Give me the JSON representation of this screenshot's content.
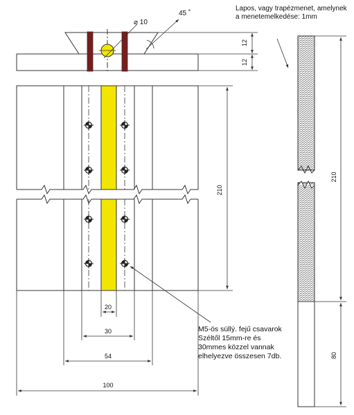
{
  "colors": {
    "line": "#333333",
    "bolt": "#7a1c1c",
    "rod": "#f2e600",
    "background": "#ffffff"
  },
  "labels": {
    "diameter": "⌀ 10",
    "angle": "45 ˚",
    "dim_top_12a": "12",
    "dim_top_12b": "12",
    "dim_210_left": "210",
    "dim_20": "20",
    "dim_30": "30",
    "dim_54": "54",
    "dim_100": "100",
    "dim_210_right": "210",
    "dim_80": "80"
  },
  "notes": {
    "thread": [
      "Lapos, vagy trapézmenet, amelynek",
      "a menetemelkedése: 1mm"
    ],
    "screws": [
      "M5-ös süllý. fejű csavarok",
      "Széltől 15mm-re és",
      "30mmes közzel vannak",
      "elhelyezve összesen 7db."
    ]
  }
}
